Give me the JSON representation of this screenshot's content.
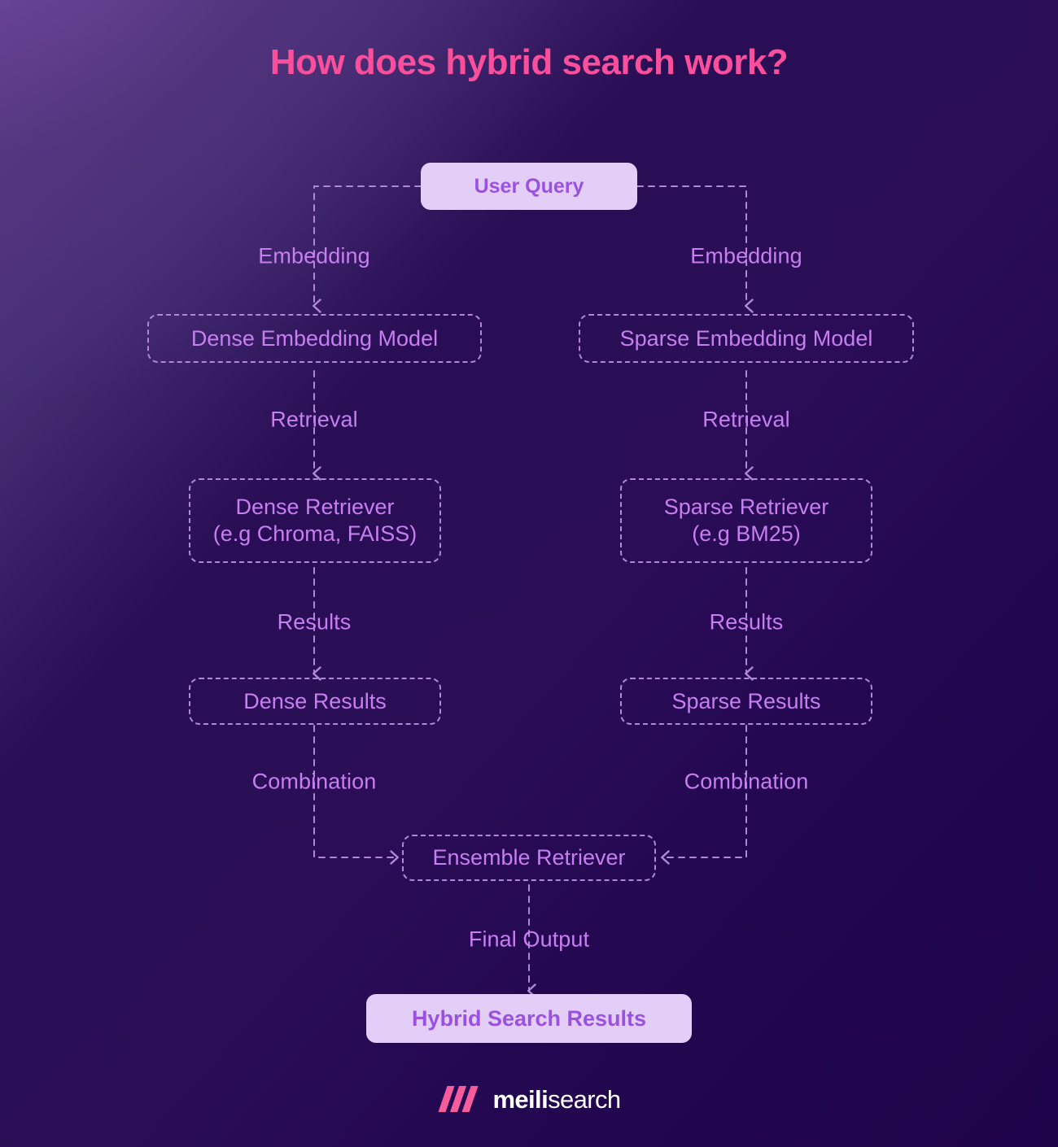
{
  "title": "How does hybrid search work?",
  "colors": {
    "accent_pink": "#fb4f9c",
    "node_fill": "#e2cef6",
    "node_solid_text": "#9b51e0",
    "dashed_border": "#b088d8",
    "dashed_text": "#c77ef0",
    "bg_top_left": "#553580",
    "bg_bottom_right": "#1e0449"
  },
  "nodes": {
    "user_query": "User Query",
    "dense_embedding_model": "Dense Embedding Model",
    "sparse_embedding_model": "Sparse Embedding Model",
    "dense_retriever": "Dense Retriever\n(e.g Chroma, FAISS)",
    "sparse_retriever": "Sparse Retriever\n(e.g BM25)",
    "dense_results": "Dense Results",
    "sparse_results": "Sparse Results",
    "ensemble_retriever": "Ensemble Retriever",
    "hybrid_search_results": "Hybrid Search Results"
  },
  "edge_labels": {
    "embedding_left": "Embedding",
    "embedding_right": "Embedding",
    "retrieval_left": "Retrieval",
    "retrieval_right": "Retrieval",
    "results_left": "Results",
    "results_right": "Results",
    "combination_left": "Combination",
    "combination_right": "Combination",
    "final_output": "Final Output"
  },
  "footer": {
    "logo_bold": "meili",
    "logo_regular": "search",
    "logo_mark": "three-slanted-bars-icon"
  },
  "chart_data": {
    "type": "diagram",
    "title": "How does hybrid search work?",
    "nodes": [
      {
        "id": "user_query",
        "label": "User Query",
        "style": "solid"
      },
      {
        "id": "dense_embedding_model",
        "label": "Dense Embedding Model",
        "style": "dashed"
      },
      {
        "id": "sparse_embedding_model",
        "label": "Sparse Embedding Model",
        "style": "dashed"
      },
      {
        "id": "dense_retriever",
        "label": "Dense Retriever (e.g Chroma, FAISS)",
        "style": "dashed"
      },
      {
        "id": "sparse_retriever",
        "label": "Sparse Retriever (e.g BM25)",
        "style": "dashed"
      },
      {
        "id": "dense_results",
        "label": "Dense Results",
        "style": "dashed"
      },
      {
        "id": "sparse_results",
        "label": "Sparse Results",
        "style": "dashed"
      },
      {
        "id": "ensemble_retriever",
        "label": "Ensemble Retriever",
        "style": "dashed"
      },
      {
        "id": "hybrid_search_results",
        "label": "Hybrid Search Results",
        "style": "solid"
      }
    ],
    "edges": [
      {
        "from": "user_query",
        "to": "dense_embedding_model",
        "label": "Embedding"
      },
      {
        "from": "user_query",
        "to": "sparse_embedding_model",
        "label": "Embedding"
      },
      {
        "from": "dense_embedding_model",
        "to": "dense_retriever",
        "label": "Retrieval"
      },
      {
        "from": "sparse_embedding_model",
        "to": "sparse_retriever",
        "label": "Retrieval"
      },
      {
        "from": "dense_retriever",
        "to": "dense_results",
        "label": "Results"
      },
      {
        "from": "sparse_retriever",
        "to": "sparse_results",
        "label": "Results"
      },
      {
        "from": "dense_results",
        "to": "ensemble_retriever",
        "label": "Combination"
      },
      {
        "from": "sparse_results",
        "to": "ensemble_retriever",
        "label": "Combination"
      },
      {
        "from": "ensemble_retriever",
        "to": "hybrid_search_results",
        "label": "Final Output"
      }
    ]
  }
}
